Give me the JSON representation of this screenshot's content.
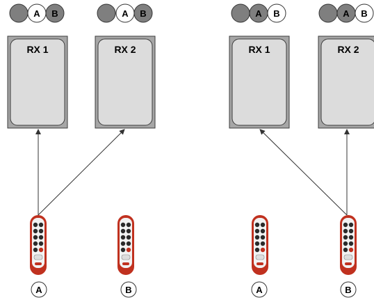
{
  "colors": {
    "box_outer": "#a6a6a6",
    "box_inner": "#dcdcdc",
    "border": "#3c3c3c",
    "badge_dark": "#7f7f7f",
    "badge_light": "#ffffff",
    "arrow": "#333333",
    "remote_red": "#c0311f",
    "remote_body": "#f2f2f2",
    "remote_button": "#2a2a2a"
  },
  "left": {
    "rx1": {
      "label": "RX 1",
      "badges": [
        "",
        "A",
        "B"
      ],
      "highlight": "B"
    },
    "rx2": {
      "label": "RX 2",
      "badges": [
        "",
        "A",
        "B"
      ],
      "highlight": "B"
    },
    "remote_a_label": "A",
    "remote_b_label": "B"
  },
  "right": {
    "rx1": {
      "label": "RX 1",
      "badges": [
        "",
        "A",
        "B"
      ],
      "highlight": "A"
    },
    "rx2": {
      "label": "RX 2",
      "badges": [
        "",
        "A",
        "B"
      ],
      "highlight": "A"
    },
    "remote_a_label": "A",
    "remote_b_label": "B"
  }
}
